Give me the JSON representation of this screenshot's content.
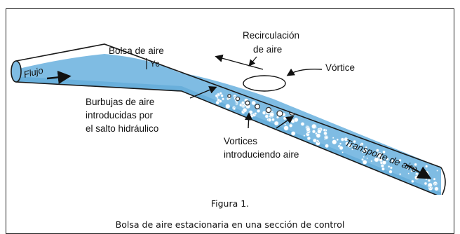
{
  "diagram": {
    "labels": {
      "flujo": "Flujo",
      "bolsa": "Bolsa de aire",
      "yc": "Yc",
      "recirc_1": "Recirculación",
      "recirc_2": "de aire",
      "vortice": "Vórtice",
      "burbujas_1": "Burbujas de aire",
      "burbujas_2": "introducidas por",
      "burbujas_3": "el salto hidráulico",
      "vortices_1": "Vortices",
      "vortices_2": "introduciendo aire",
      "transporte": "Transporte de aire"
    },
    "colors": {
      "water": "#7fbce3",
      "water_dark": "#5aa6d6",
      "outline": "#1a1a1a",
      "bubble": "#ffffff"
    }
  },
  "caption": {
    "figure_number": "Figura 1.",
    "figure_title": "Bolsa de aire estacionaria en una sección de control"
  }
}
